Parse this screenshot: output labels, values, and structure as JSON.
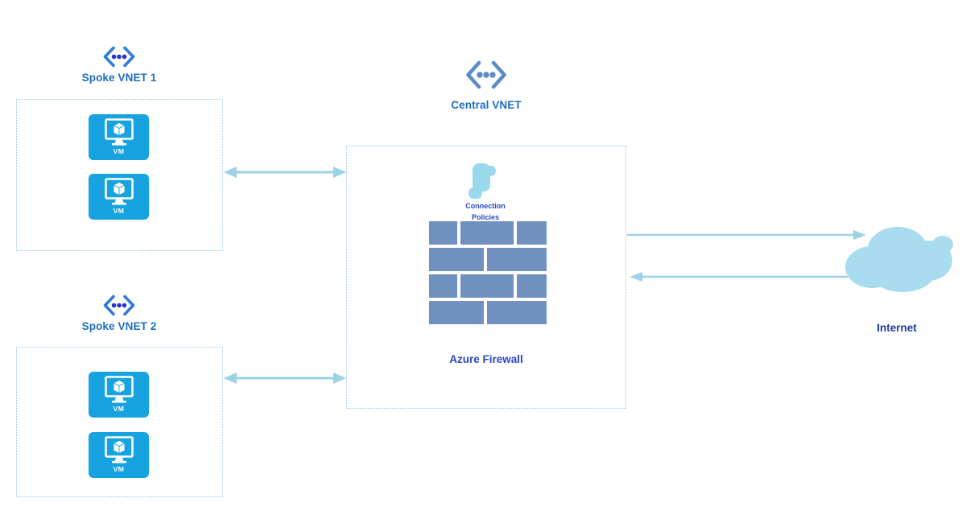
{
  "nodes": {
    "spoke1": {
      "label": "Spoke VNET 1",
      "vms": [
        {
          "label": "VM"
        },
        {
          "label": "VM"
        }
      ]
    },
    "spoke2": {
      "label": "Spoke VNET 2",
      "vms": [
        {
          "label": "VM"
        },
        {
          "label": "VM"
        }
      ]
    },
    "central": {
      "label": "Central VNET",
      "policies_label": "Connection Policies",
      "firewall_label": "Azure Firewall"
    },
    "internet": {
      "label": "Internet"
    }
  },
  "colors": {
    "vm_tile_blue": "#16a3e0",
    "brick_blue": "#7090c0",
    "arrow_light_blue": "#9cd2e6",
    "cloud_light_blue": "#a8dcee",
    "scroll_light_blue": "#9ad9ec",
    "dotted_border_blue": "#9cc6e8",
    "vnet_label_blue": "#1b6ec2",
    "firewall_label_blue": "#2b46c4",
    "internet_label_blue": "#21389e",
    "spoke_icon_bracket_blue": "#2e7bd8",
    "spoke_icon_dot_blue": "#2433cc",
    "central_icon_blue": "#5e8cc8"
  }
}
